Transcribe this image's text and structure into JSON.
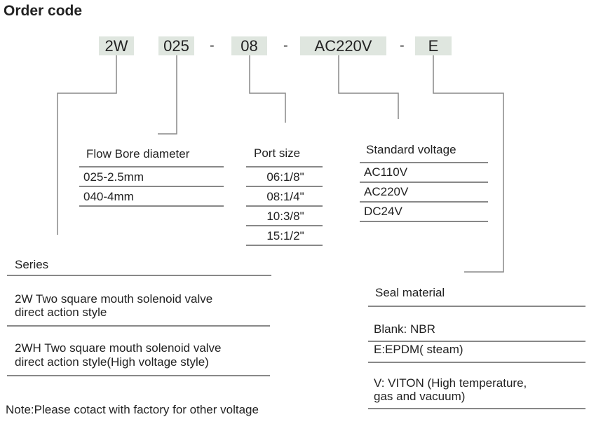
{
  "title": "Order code",
  "code": {
    "series": "2W",
    "bore": "025",
    "port": "08",
    "voltage": "AC220V",
    "seal": "E",
    "separator": "-"
  },
  "bore": {
    "header": "Flow Bore  diameter",
    "items": [
      "025-2.5mm",
      "040-4mm"
    ]
  },
  "port": {
    "header": "Port size",
    "items": [
      "06:1/8\"",
      "08:1/4\"",
      "10:3/8\"",
      "15:1/2\""
    ]
  },
  "voltage": {
    "header": "Standard voltage",
    "items": [
      "AC110V",
      "AC220V",
      "DC24V"
    ]
  },
  "series": {
    "header": "Series",
    "items": [
      [
        "2W Two square mouth solenoid valve",
        "direct action style"
      ],
      [
        "2WH Two square mouth solenoid valve",
        "direct action style(High voltage style)"
      ]
    ]
  },
  "seal": {
    "header": "Seal material",
    "items": [
      [
        "Blank: NBR"
      ],
      [
        "E:EPDM( steam)"
      ],
      [
        "V: VITON (High temperature,",
        "gas and vacuum)"
      ]
    ]
  },
  "note": "Note:Please cotact with factory for other voltage",
  "colors": {
    "box": "#dfe6df",
    "line": "#888888"
  }
}
